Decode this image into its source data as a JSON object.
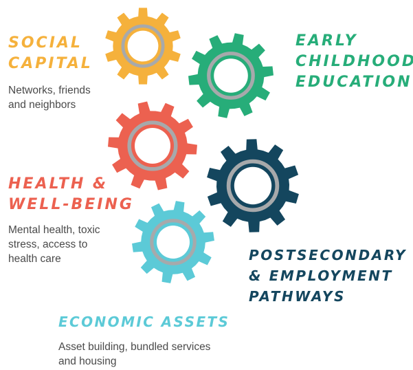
{
  "colors": {
    "social": "#f5b13c",
    "early": "#27ad79",
    "health": "#ec6150",
    "postsecondary": "#14465e",
    "economic": "#5ccad7",
    "ring": "#a7a9ab",
    "description": "#4a4a4a"
  },
  "sections": {
    "social_capital": {
      "title_lines": [
        "SOCIAL",
        "CAPITAL"
      ],
      "desc_lines": [
        "Networks, friends",
        "and neighbors"
      ]
    },
    "early_childhood": {
      "title_lines": [
        "EARLY",
        "CHILDHOOD",
        "EDUCATION"
      ]
    },
    "health": {
      "title_lines": [
        "HEALTH &",
        "WELL-BEING"
      ],
      "desc_lines": [
        "Mental health, toxic",
        "stress, access to",
        "health care"
      ]
    },
    "postsecondary": {
      "title_lines": [
        "POSTSECONDARY",
        "& EMPLOYMENT",
        "PATHWAYS"
      ]
    },
    "economic": {
      "title_lines": [
        "ECONOMIC ASSETS"
      ],
      "desc_lines": [
        "Asset building, bundled services",
        "and housing"
      ]
    }
  },
  "icons": [
    "gear-icon-yellow",
    "gear-icon-green",
    "gear-icon-red",
    "gear-icon-navy",
    "gear-icon-blue"
  ]
}
